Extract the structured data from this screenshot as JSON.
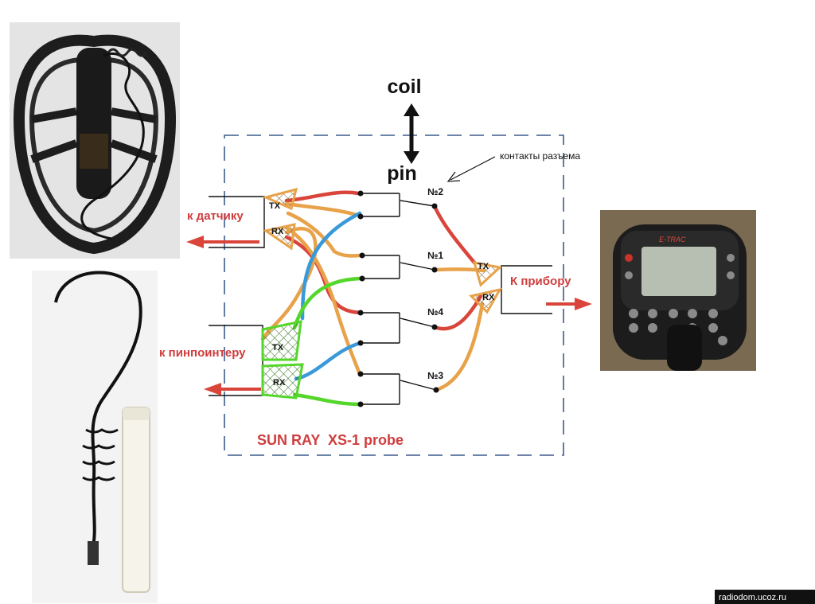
{
  "diagram": {
    "top_label": "coil",
    "switch_label": "pin",
    "connector_note": "контакты разъема",
    "coil_side_label": "к датчику",
    "device_side_label": "К прибору",
    "pinpointer_side_label": "к пинпоинтеру",
    "probe_title": "SUN RAY  XS-1 probe",
    "tx": "TX",
    "rx": "RX",
    "contacts": [
      "№2",
      "№1",
      "№4",
      "№3"
    ],
    "device_brand": "E-TRAC",
    "watermark": "radiodom.ucoz.ru"
  },
  "colors": {
    "red_wire": "#d9453a",
    "orange_wire": "#e8a24a",
    "blue_wire": "#3a9ad9",
    "green_wire": "#55d62a",
    "arrow_red": "#d9453a",
    "label_red": "#cf3d3d",
    "box_border": "#3b5b8c"
  }
}
